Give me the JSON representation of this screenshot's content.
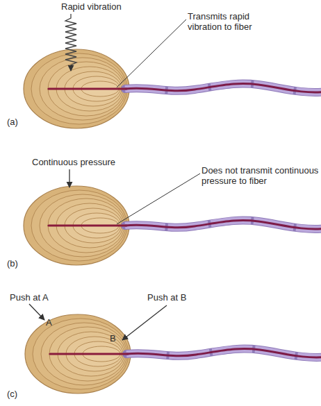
{
  "diagram": {
    "labels": [
      "Rapid vibration",
      "Transmits rapid vibration to fiber",
      "(a)",
      "Continuous pressure",
      "Does not transmit continuous pressure to fiber",
      "(b)",
      "Push at A",
      "A",
      "Push at B",
      "B",
      "(c)"
    ]
  }
}
